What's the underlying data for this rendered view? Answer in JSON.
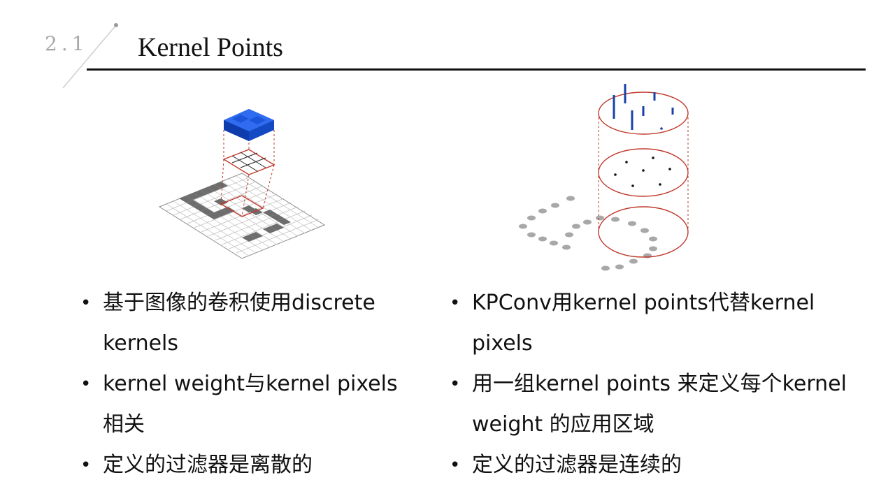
{
  "header": {
    "section_number": "2.1",
    "title": "Kernel Points"
  },
  "colors": {
    "accent_red": "#c0392b",
    "kernel_blue": "#1652d6",
    "grid_gray": "#6d6d6d",
    "text": "#111111"
  },
  "left_bullets": [
    "基于图像的卷积使用discrete kernels",
    "kernel weight与kernel pixels相关",
    "定义的过滤器是离散的"
  ],
  "right_bullets": [
    "KPConv用kernel points代替kernel pixels",
    "用一组kernel points 来定义每个kernel weight 的应用区域",
    "定义的过滤器是连续的"
  ]
}
